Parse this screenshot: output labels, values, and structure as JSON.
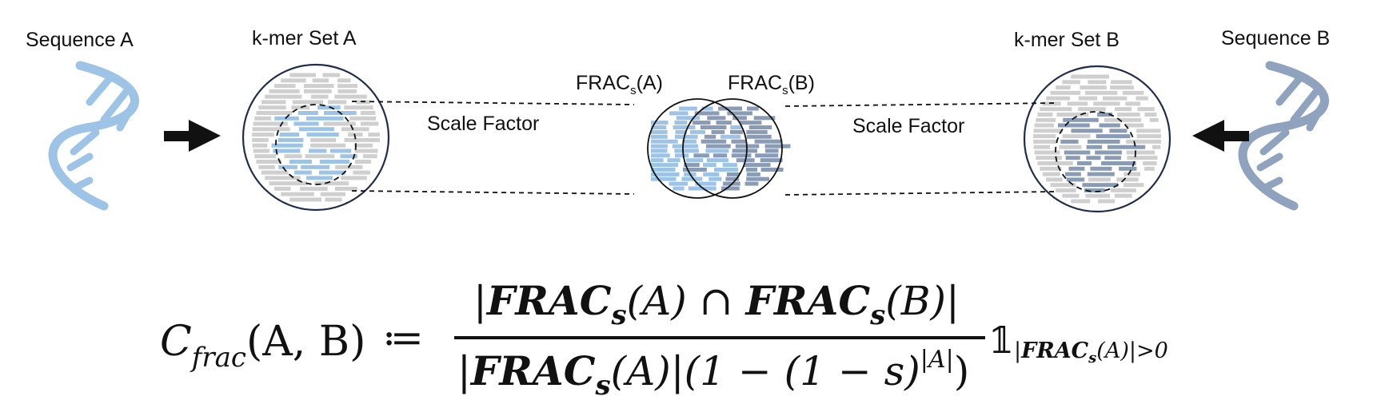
{
  "labels": {
    "sequence_a": "Sequence A",
    "sequence_b": "Sequence B",
    "kmer_set_a": "k-mer Set A",
    "kmer_set_b": "k-mer Set B",
    "scale_factor_left": "Scale Factor",
    "scale_factor_right": "Scale Factor",
    "frac_a": {
      "base": "FRAC",
      "sub": "s",
      "tail": "(A)"
    },
    "frac_b": {
      "base": "FRAC",
      "sub": "s",
      "tail": "(B)"
    }
  },
  "formula": {
    "lhs_base": "C",
    "lhs_sub": "frac",
    "lhs_args": "(A, B)",
    "defeq": "≔",
    "num_open": "|",
    "num_frac1": "FRAC",
    "num_sub1": "s",
    "num_arg1": "(A) ∩ ",
    "num_frac2": "FRAC",
    "num_sub2": "s",
    "num_arg2": "(B)|",
    "den_open": "|",
    "den_frac": "FRAC",
    "den_sub": "s",
    "den_mid": "(A)|(1 − (1 − s)",
    "den_sup": "|A|",
    "den_close": ")",
    "indicator": "𝟙",
    "ind_open": "|",
    "ind_frac": "FRAC",
    "ind_sub": "s",
    "ind_tail": "(A)|>0"
  },
  "colors": {
    "seq_a": "#9dc3e6",
    "seq_b": "#8fa3bf",
    "kmer_gray": "#cfcfcf",
    "kmer_blue": "#9dc3e6",
    "kmer_slate": "#8a9bb5",
    "circle_stroke": "#1f2d4a"
  }
}
